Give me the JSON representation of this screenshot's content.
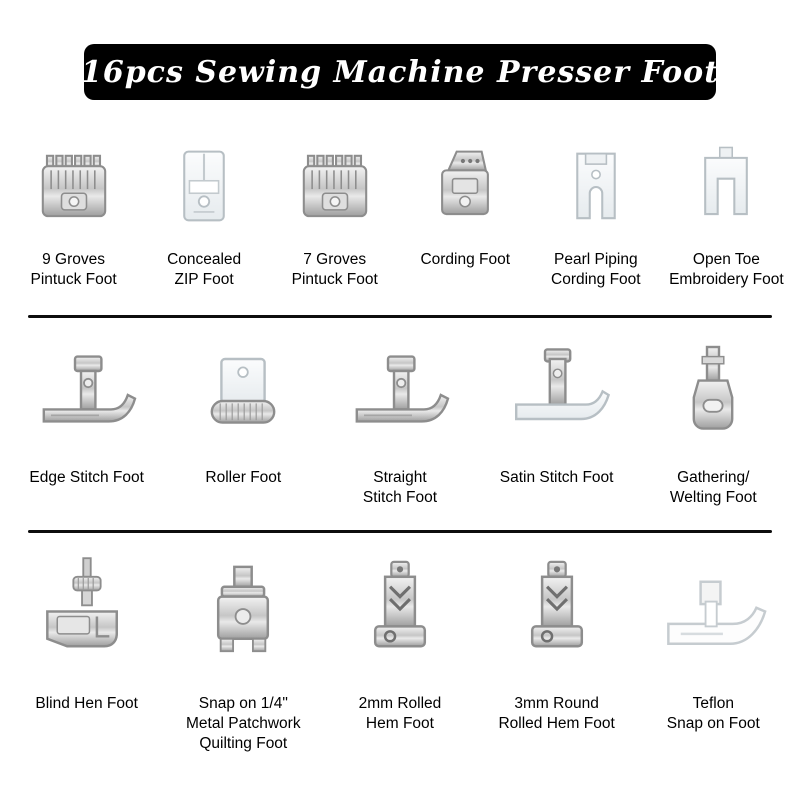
{
  "banner": {
    "title": "16pcs Sewing Machine Presser Foot",
    "bg_color": "#000000",
    "text_color": "#ffffff"
  },
  "colors": {
    "background": "#ffffff",
    "divider": "#0d0d0d",
    "label_text": "#000000"
  },
  "rows": [
    {
      "items": [
        {
          "label": "9 Groves\nPintuck Foot",
          "icon": "#sym-grooved-foot"
        },
        {
          "label": "Concealed\nZIP Foot",
          "icon": "#sym-clear-foot"
        },
        {
          "label": "7 Groves\nPintuck Foot",
          "icon": "#sym-grooved-foot"
        },
        {
          "label": "Cording Foot",
          "icon": "#sym-cording-foot"
        },
        {
          "label": "Pearl Piping\nCording Foot",
          "icon": "#sym-piping-foot"
        },
        {
          "label": "Open Toe\nEmbroidery Foot",
          "icon": "#sym-open-toe-foot"
        }
      ]
    },
    {
      "items": [
        {
          "label": "Edge Stitch Foot",
          "icon": "#sym-side-foot"
        },
        {
          "label": "Roller Foot",
          "icon": "#sym-roller-foot"
        },
        {
          "label": "Straight\nStitch Foot",
          "icon": "#sym-side-foot"
        },
        {
          "label": "Satin Stitch Foot",
          "icon": "#sym-clear-side-foot"
        },
        {
          "label": "Gathering/\nWelting Foot",
          "icon": "#sym-gathering-foot"
        }
      ]
    },
    {
      "items": [
        {
          "label": "Blind Hen Foot",
          "icon": "#sym-blind-hem-foot"
        },
        {
          "label": "Snap on 1/4\"\nMetal Patchwork\nQuilting Foot",
          "icon": "#sym-quilting-foot"
        },
        {
          "label": "2mm Rolled\nHem Foot",
          "icon": "#sym-rolled-hem-foot"
        },
        {
          "label": "3mm Round\nRolled Hem Foot",
          "icon": "#sym-rolled-hem-foot"
        },
        {
          "label": "Teflon\nSnap on Foot",
          "icon": "#sym-teflon-foot"
        }
      ]
    }
  ]
}
